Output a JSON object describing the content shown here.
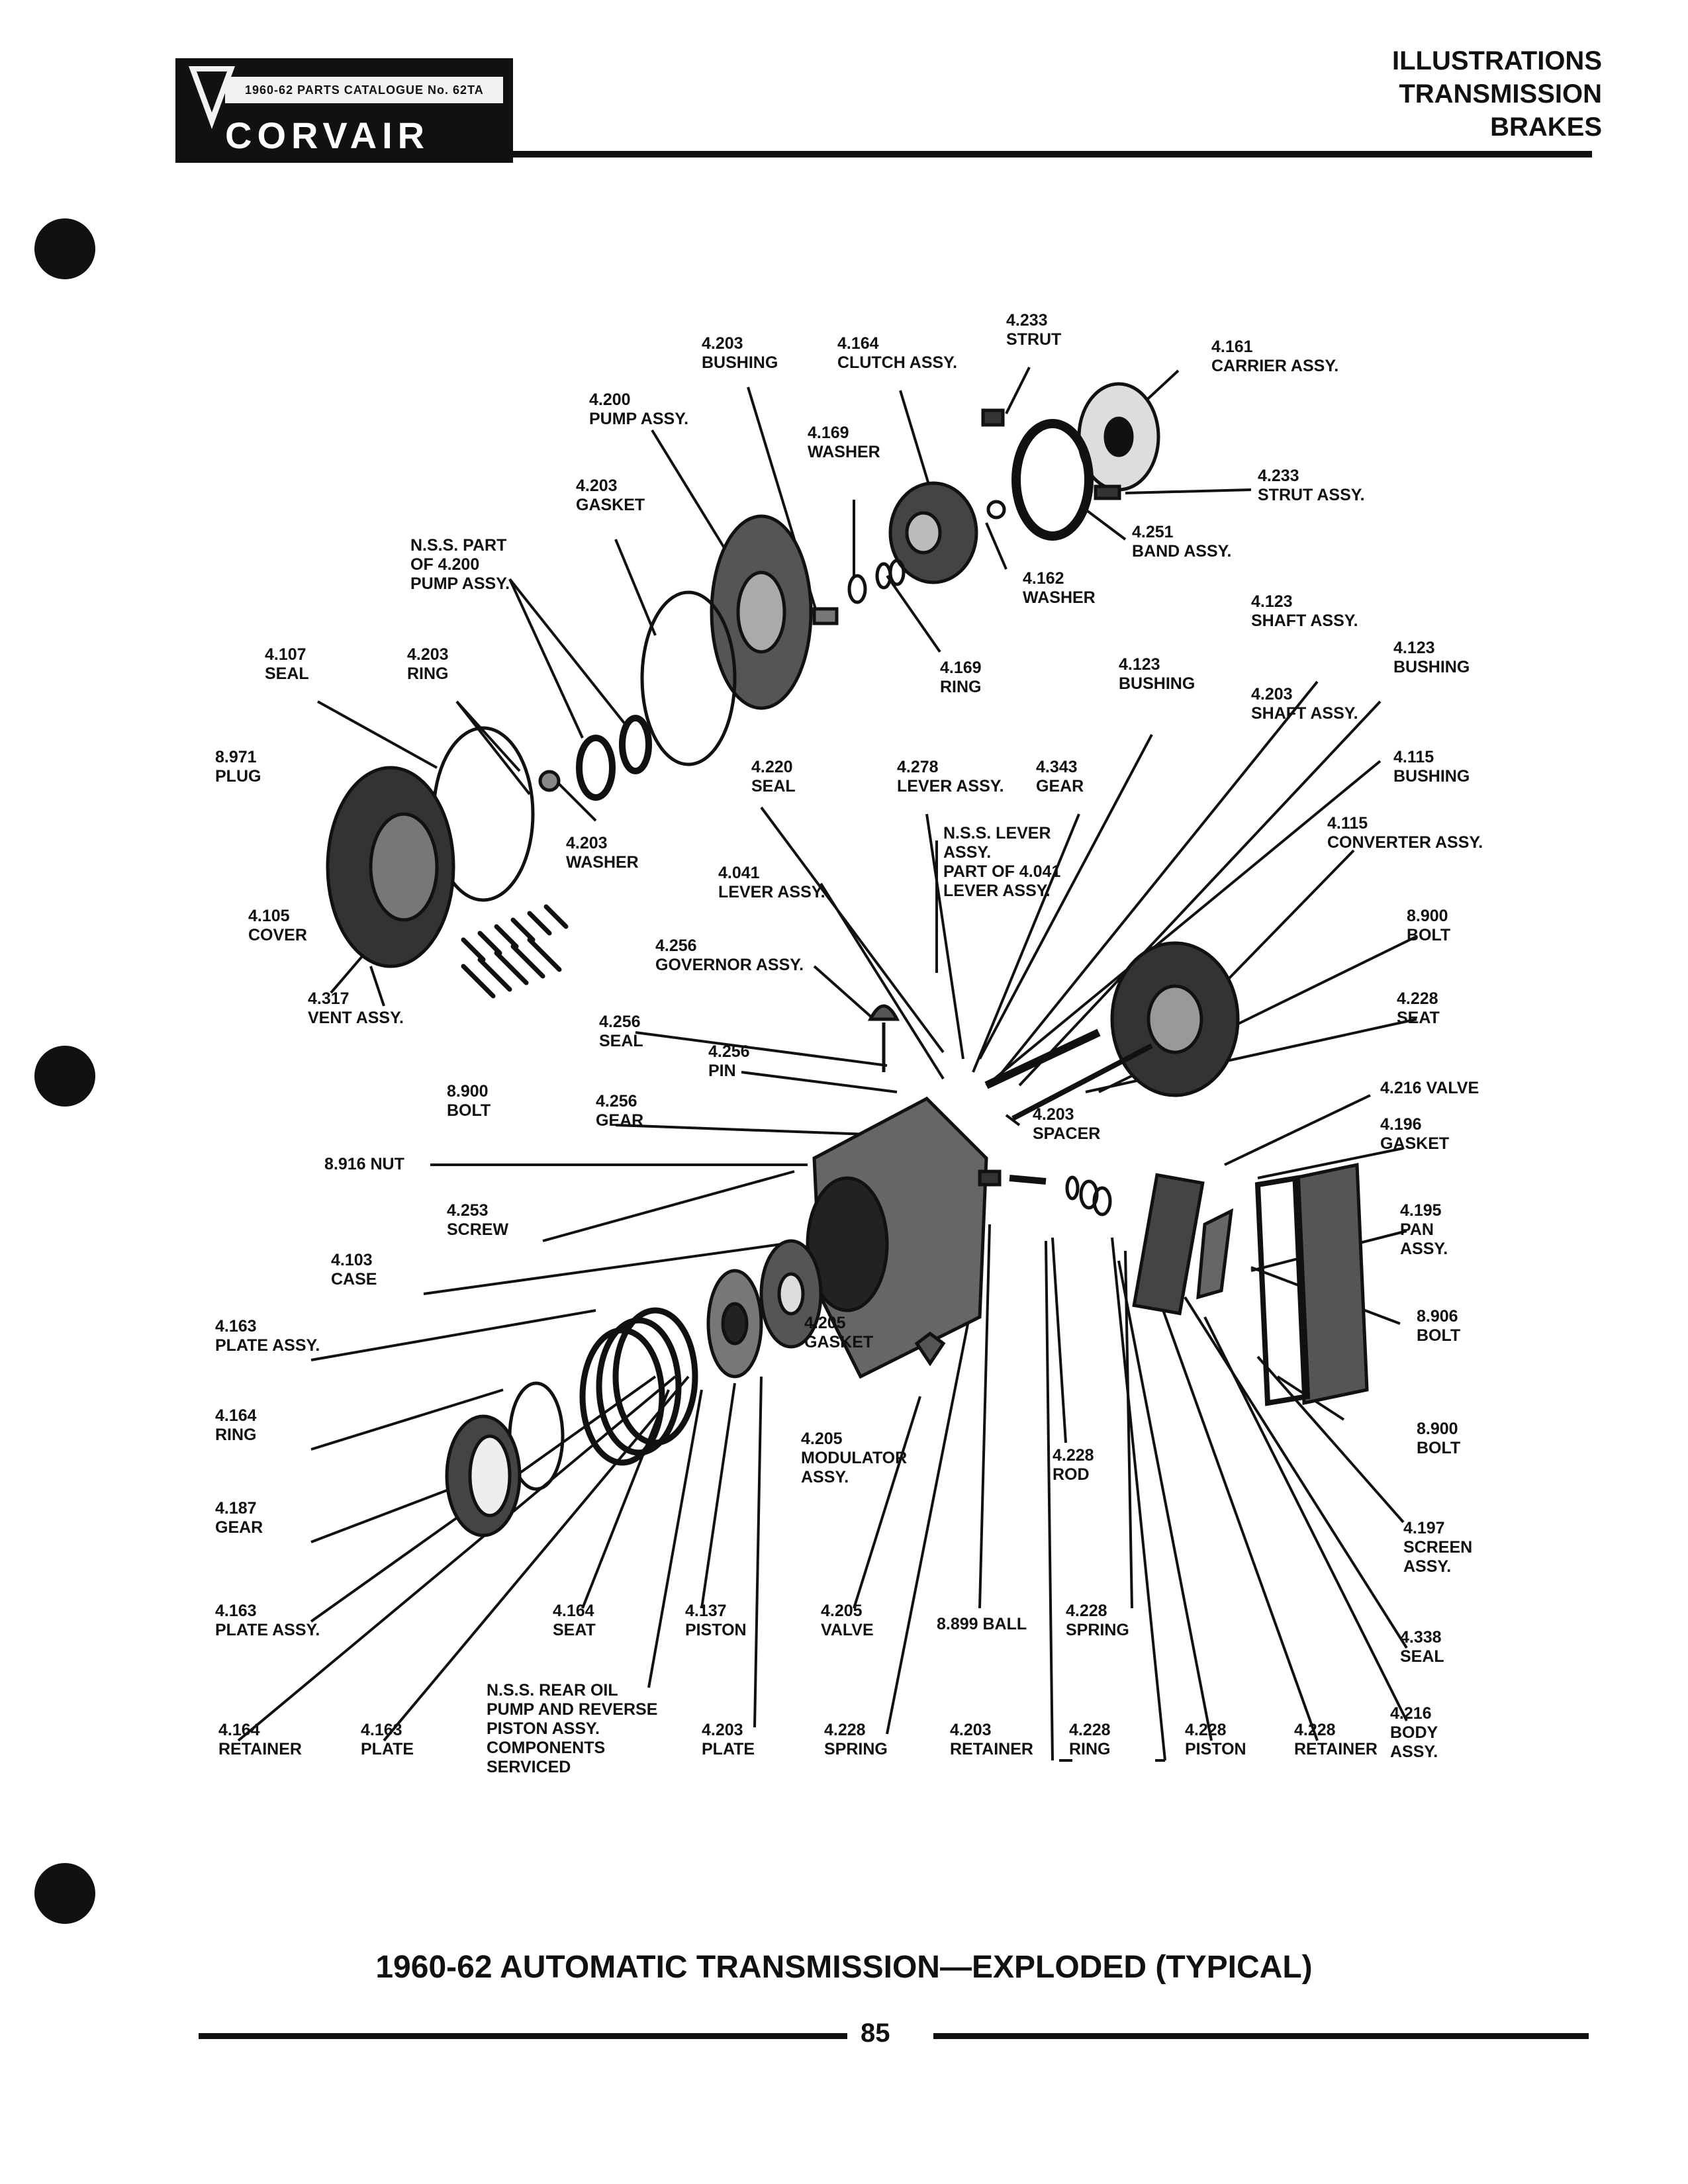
{
  "header": {
    "catalogue_line": "1960-62 PARTS CATALOGUE No. 62TA",
    "brand": "CORVAIR",
    "section_lines": [
      "ILLUSTRATIONS",
      "TRANSMISSION",
      "BRAKES"
    ]
  },
  "labels": [
    {
      "id": "4.233-strut",
      "text": "4.233\nSTRUT"
    },
    {
      "id": "4.203-bushing",
      "text": "4.203\nBUSHING"
    },
    {
      "id": "4.164-clutch",
      "text": "4.164\nCLUTCH ASSY."
    },
    {
      "id": "4.161-carrier",
      "text": "4.161\nCARRIER ASSY."
    },
    {
      "id": "4.200-pump",
      "text": "4.200\nPUMP ASSY."
    },
    {
      "id": "4.169-washer",
      "text": "4.169\nWASHER"
    },
    {
      "id": "4.233-strut-assy",
      "text": "4.233\nSTRUT ASSY."
    },
    {
      "id": "4.203-gasket",
      "text": "4.203\nGASKET"
    },
    {
      "id": "4.251-band",
      "text": "4.251\nBAND ASSY."
    },
    {
      "id": "nss-pump",
      "text": "N.S.S. PART\nOF 4.200\nPUMP ASSY."
    },
    {
      "id": "4.162-washer",
      "text": "4.162\nWASHER"
    },
    {
      "id": "4.123-shaft",
      "text": "4.123\nSHAFT ASSY."
    },
    {
      "id": "4.107-seal",
      "text": "4.107\nSEAL"
    },
    {
      "id": "4.203-ring",
      "text": "4.203\nRING"
    },
    {
      "id": "4.169-ring",
      "text": "4.169\nRING"
    },
    {
      "id": "4.123-bushing-a",
      "text": "4.123\nBUSHING"
    },
    {
      "id": "4.123-bushing-b",
      "text": "4.123\nBUSHING"
    },
    {
      "id": "4.203-shaft",
      "text": "4.203\nSHAFT ASSY."
    },
    {
      "id": "8.971-plug",
      "text": "8.971\nPLUG"
    },
    {
      "id": "4.220-seal",
      "text": "4.220\nSEAL"
    },
    {
      "id": "4.278-lever",
      "text": "4.278\nLEVER ASSY."
    },
    {
      "id": "4.343-gear",
      "text": "4.343\nGEAR"
    },
    {
      "id": "4.115-bushing",
      "text": "4.115\nBUSHING"
    },
    {
      "id": "4.203-washer",
      "text": "4.203\nWASHER"
    },
    {
      "id": "nss-lever",
      "text": "N.S.S. LEVER\nASSY.\nPART OF 4.041\nLEVER ASSY."
    },
    {
      "id": "4.115-converter",
      "text": "4.115\nCONVERTER ASSY."
    },
    {
      "id": "4.041-lever",
      "text": "4.041\nLEVER ASSY."
    },
    {
      "id": "4.105-cover",
      "text": "4.105\nCOVER"
    },
    {
      "id": "8.900-bolt-a",
      "text": "8.900\nBOLT"
    },
    {
      "id": "4.256-governor",
      "text": "4.256\nGOVERNOR ASSY."
    },
    {
      "id": "4.317-vent",
      "text": "4.317\nVENT ASSY."
    },
    {
      "id": "4.256-seal",
      "text": "4.256\nSEAL"
    },
    {
      "id": "4.228-seat",
      "text": "4.228\nSEAT"
    },
    {
      "id": "4.256-pin",
      "text": "4.256\nPIN"
    },
    {
      "id": "4.216-valve",
      "text": "4.216 VALVE"
    },
    {
      "id": "8.900-bolt-b",
      "text": "8.900\nBOLT"
    },
    {
      "id": "4.256-gear",
      "text": "4.256\nGEAR"
    },
    {
      "id": "4.203-spacer",
      "text": "4.203\nSPACER"
    },
    {
      "id": "4.196-gasket",
      "text": "4.196\nGASKET"
    },
    {
      "id": "8.916-nut",
      "text": "8.916 NUT"
    },
    {
      "id": "4.253-screw",
      "text": "4.253\nSCREW"
    },
    {
      "id": "4.195-pan",
      "text": "4.195\nPAN\nASSY."
    },
    {
      "id": "4.103-case",
      "text": "4.103\nCASE"
    },
    {
      "id": "4.163-plate-a",
      "text": "4.163\nPLATE ASSY."
    },
    {
      "id": "4.205-gasket",
      "text": "4.205\nGASKET"
    },
    {
      "id": "8.906-bolt",
      "text": "8.906\nBOLT"
    },
    {
      "id": "4.164-ring",
      "text": "4.164\nRING"
    },
    {
      "id": "4.205-modulator",
      "text": "4.205\nMODULATOR\nASSY."
    },
    {
      "id": "8.900-bolt-c",
      "text": "8.900\nBOLT"
    },
    {
      "id": "4.228-rod",
      "text": "4.228\nROD"
    },
    {
      "id": "4.187-gear",
      "text": "4.187\nGEAR"
    },
    {
      "id": "4.197-screen",
      "text": "4.197\nSCREEN\nASSY."
    },
    {
      "id": "4.163-plate-b",
      "text": "4.163\nPLATE ASSY."
    },
    {
      "id": "4.164-seat",
      "text": "4.164\nSEAT"
    },
    {
      "id": "4.137-piston",
      "text": "4.137\nPISTON"
    },
    {
      "id": "4.205-valve",
      "text": "4.205\nVALVE"
    },
    {
      "id": "8.899-ball",
      "text": "8.899 BALL"
    },
    {
      "id": "4.228-spring-a",
      "text": "4.228\nSPRING"
    },
    {
      "id": "4.338-seal",
      "text": "4.338\nSEAL"
    },
    {
      "id": "nss-rear",
      "text": "N.S.S. REAR OIL\nPUMP AND REVERSE\nPISTON ASSY.\nCOMPONENTS\nSERVICED"
    },
    {
      "id": "4.216-body",
      "text": "4.216\nBODY\nASSY."
    },
    {
      "id": "4.164-retainer",
      "text": "4.164\nRETAINER"
    },
    {
      "id": "4.163-plate-c",
      "text": "4.163\nPLATE"
    },
    {
      "id": "4.203-plate",
      "text": "4.203\nPLATE"
    },
    {
      "id": "4.228-spring-b",
      "text": "4.228\nSPRING"
    },
    {
      "id": "4.203-retainer",
      "text": "4.203\nRETAINER"
    },
    {
      "id": "4.228-ring",
      "text": "4.228\nRING"
    },
    {
      "id": "4.228-piston",
      "text": "4.228\nPISTON"
    },
    {
      "id": "4.228-retainer",
      "text": "4.228\nRETAINER"
    }
  ],
  "caption": "1960-62 AUTOMATIC TRANSMISSION—EXPLODED (TYPICAL)",
  "page_number": "85"
}
